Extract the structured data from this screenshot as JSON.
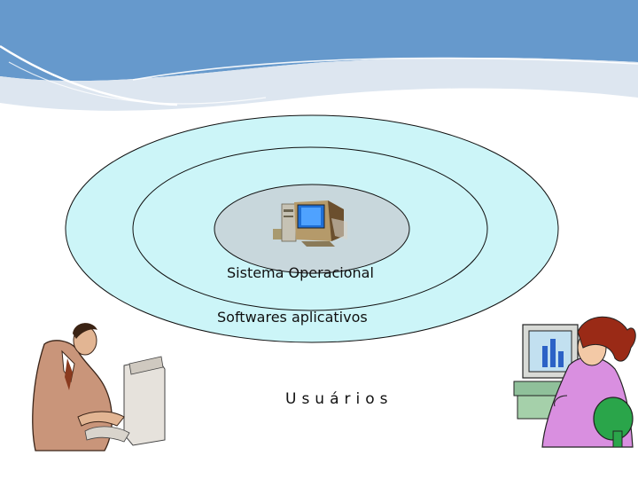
{
  "diagram": {
    "layers": [
      {
        "label": "Sistema Operacional"
      },
      {
        "label": "Softwares aplicativos"
      },
      {
        "label": "Usuários"
      }
    ],
    "users_label_display": "U s u á r i o s",
    "icons": [
      "computer-icon",
      "man-at-computer-icon",
      "woman-at-computer-icon"
    ]
  },
  "colors": {
    "header_blue": "#6699cc",
    "header_wave_light": "#dde6f0",
    "outer_ring_fill": "#ccf5f8",
    "inner_core_fill": "#c8d7dc",
    "ring_stroke": "#111111"
  }
}
